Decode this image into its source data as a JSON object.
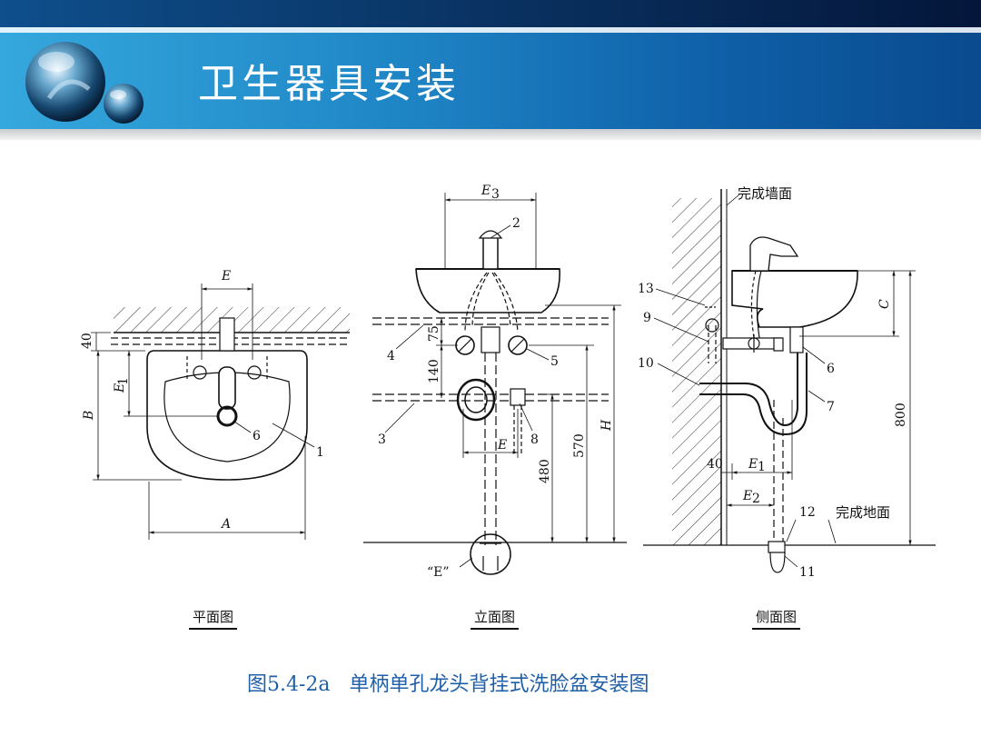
{
  "header": {
    "title": "卫生器具安装",
    "colors": {
      "top_bar": "#0a3566",
      "band_left": "#35a8dd",
      "band_right": "#0a4a8e",
      "caption": "#1f5fa8"
    },
    "logo_icon": "glass-spheres-icon"
  },
  "views": {
    "plan": {
      "label": "平面图",
      "dims": {
        "E": "E",
        "E1": "E",
        "E1_sub": "1",
        "B": "B",
        "A": "A",
        "d40": "40"
      },
      "parts": {
        "p6": "6",
        "p1": "1"
      }
    },
    "elevation": {
      "label": "立面图",
      "dims": {
        "E3": "E",
        "E3_sub": "3",
        "E": "E",
        "H": "H",
        "d75": "75",
        "d140": "140",
        "d480": "480",
        "d570": "570"
      },
      "parts": {
        "p2": "2",
        "p4": "4",
        "p5": "5",
        "p3": "3",
        "p8": "8"
      },
      "detail_label": "“E”"
    },
    "side": {
      "label": "侧面图",
      "wall_label": "完成墙面",
      "floor_label": "完成地面",
      "dims": {
        "C": "C",
        "d800": "800",
        "d40": "40",
        "E1": "E",
        "E1_sub": "1",
        "E2": "E",
        "E2_sub": "2"
      },
      "parts": {
        "p13": "13",
        "p9": "9",
        "p10": "10",
        "p6": "6",
        "p7": "7",
        "p12": "12",
        "p11": "11"
      }
    }
  },
  "caption": "图5.4-2a   单柄单孔龙头背挂式洗脸盆安装图"
}
